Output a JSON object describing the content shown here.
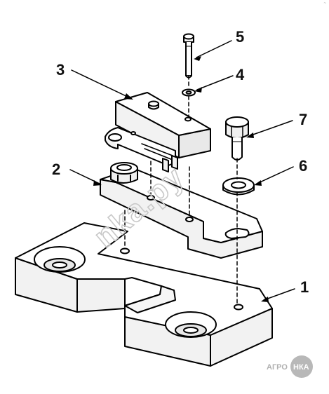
{
  "callouts": [
    {
      "id": "1",
      "label": "1"
    },
    {
      "id": "2",
      "label": "2"
    },
    {
      "id": "3",
      "label": "3"
    },
    {
      "id": "4",
      "label": "4"
    },
    {
      "id": "5",
      "label": "5"
    },
    {
      "id": "6",
      "label": "6"
    },
    {
      "id": "7",
      "label": "7"
    }
  ],
  "watermark": "nka.py",
  "logo": {
    "left": "АГРО",
    "badge": "НКА"
  },
  "corner_mark": "~",
  "colors": {
    "line": "#000000",
    "fill": "#ffffff",
    "watermark": "#c8c8c8",
    "logo_badge": "#b8b8b8"
  }
}
